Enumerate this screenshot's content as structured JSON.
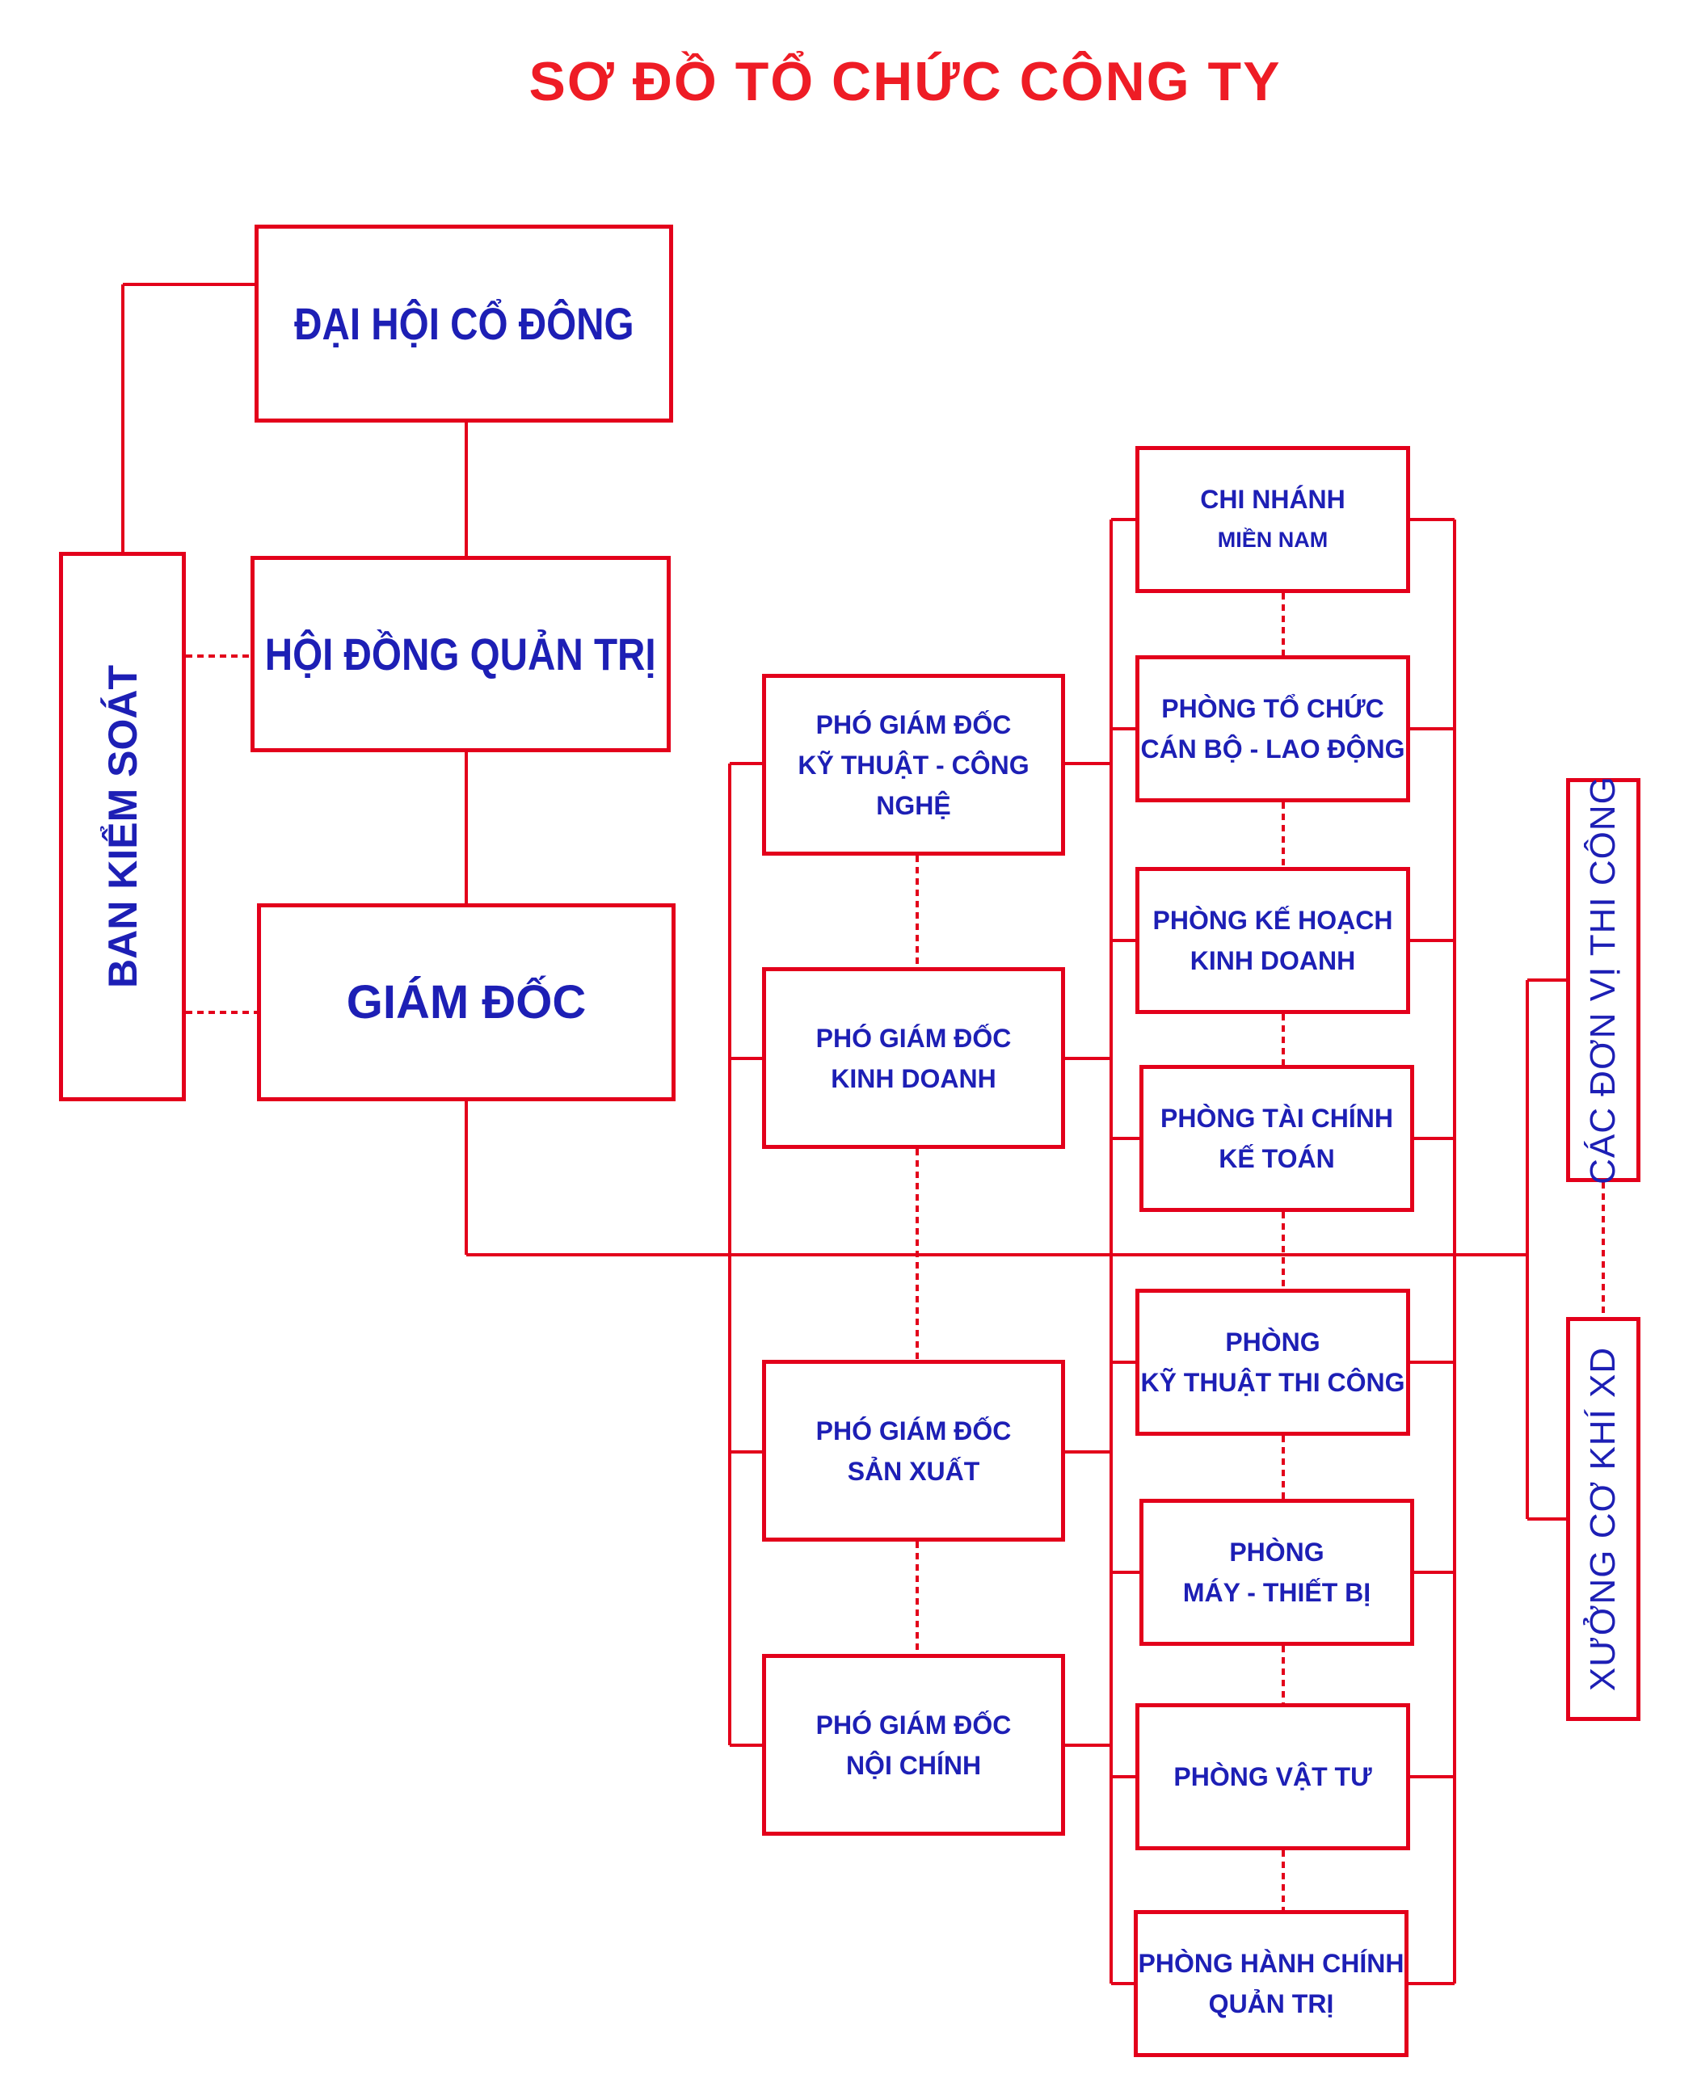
{
  "title": "SƠ ĐỒ TỔ CHỨC CÔNG TY",
  "colors": {
    "line": "#e3001b",
    "text": "#1d1fb5",
    "title": "#ee1c25"
  },
  "nodes": {
    "dai_hoi": "ĐẠI HỘI CỔ ĐÔNG",
    "hoi_dong": "HỘI ĐỒNG QUẢN TRỊ",
    "giam_doc": "GIÁM ĐỐC",
    "ban_kiem_soat": "BAN KIỂM SOÁT",
    "deputies": [
      {
        "line1": "PHÓ GIÁM ĐỐC",
        "line2": "KỸ THUẬT - CÔNG NGHỆ"
      },
      {
        "line1": "PHÓ GIÁM ĐỐC",
        "line2": "KINH DOANH"
      },
      {
        "line1": "PHÓ GIÁM ĐỐC",
        "line2": "SẢN XUẤT"
      },
      {
        "line1": "PHÓ GIÁM ĐỐC",
        "line2": "NỘI CHÍNH"
      }
    ],
    "departments": [
      {
        "line1": "CHI NHÁNH",
        "line2": "MIỀN NAM"
      },
      {
        "line1": "PHÒNG TỔ CHỨC",
        "line2": "CÁN BỘ - LAO ĐỘNG"
      },
      {
        "line1": "PHÒNG KẾ HOẠCH",
        "line2": "KINH DOANH"
      },
      {
        "line1": "PHÒNG TÀI CHÍNH",
        "line2": "KẾ TOÁN"
      },
      {
        "line1": "PHÒNG",
        "line2": "KỸ THUẬT THI CÔNG"
      },
      {
        "line1": "PHÒNG",
        "line2": "MÁY - THIẾT BỊ"
      },
      {
        "line1": "PHÒNG VẬT TƯ",
        "line2": ""
      },
      {
        "line1": "PHÒNG HÀNH CHÍNH",
        "line2": "QUẢN TRỊ"
      }
    ],
    "units": [
      "CÁC ĐƠN VỊ THI CÔNG",
      "XƯỞNG CƠ KHÍ XD"
    ]
  }
}
